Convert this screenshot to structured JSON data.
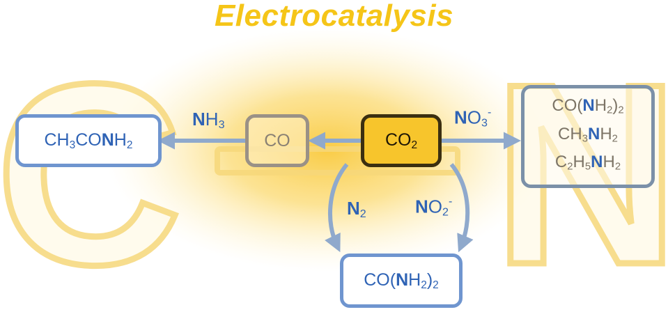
{
  "title": "Electrocatalysis",
  "nodes": {
    "acetamide": {
      "pre": "CH",
      "sub1": "3",
      "mid": "CO",
      "n": "N",
      "h": "H",
      "sub2": "2"
    },
    "co": {
      "text": "CO"
    },
    "co2": {
      "text": "CO",
      "sub": "2"
    },
    "urea_bottom": {
      "pre": "CO(",
      "n": "N",
      "h": "H",
      "sub1": "2",
      "close": ")",
      "sub2": "2"
    },
    "n_products": [
      {
        "pre": "CO(",
        "n": "N",
        "h": "H",
        "sub1": "2",
        "close": ")",
        "sub2": "2"
      },
      {
        "pre": "CH",
        "sub1": "3",
        "n": "N",
        "h": "H",
        "sub2": "2"
      },
      {
        "pre": "C",
        "sub1": "2",
        "mid": "H",
        "sub2": "5",
        "n": "N",
        "h": "H",
        "sub3": "2"
      }
    ]
  },
  "labels": {
    "nh3": {
      "n": "N",
      "h": "H",
      "sub": "3"
    },
    "no3": {
      "n": "N",
      "o": "O",
      "sub": "3",
      "sup": "-"
    },
    "n2": {
      "n": "N",
      "sub": "2"
    },
    "no2": {
      "n": "N",
      "o": "O",
      "sub": "2",
      "sup": "-"
    }
  },
  "background_letters": {
    "left": "C",
    "right": "N"
  },
  "colors": {
    "title": "#f5c518",
    "arrow": "#8fa9cc",
    "blue_text": "#2f63b5",
    "glow": "#f9c93c",
    "letter_outline": "#f6d77a"
  }
}
